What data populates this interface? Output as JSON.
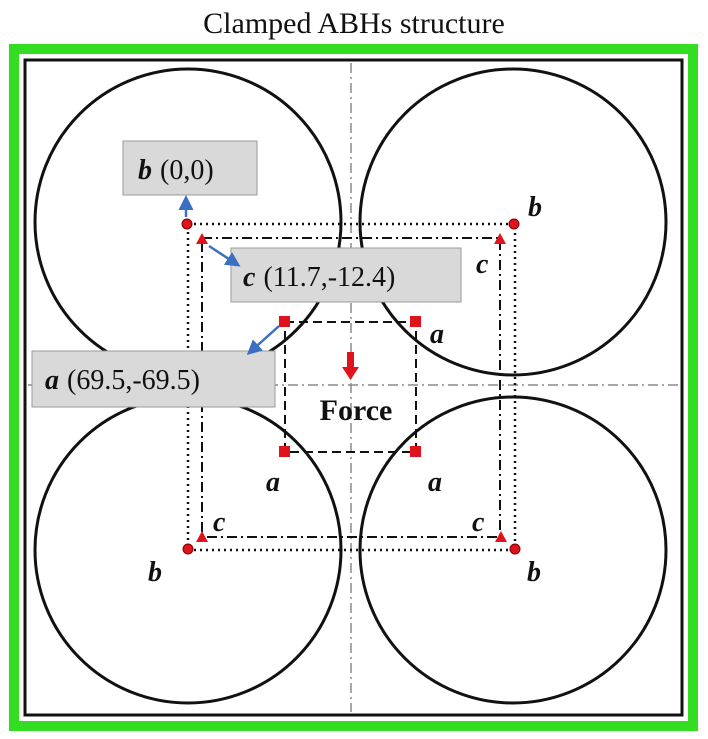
{
  "title": "Clamped ABHs structure",
  "force_label": "Force",
  "callouts": {
    "b": {
      "letter": "b",
      "coords": "(0,0)"
    },
    "c": {
      "letter": "c",
      "coords": "(11.7,-12.4)"
    },
    "a": {
      "letter": "a",
      "coords": "(69.5,-69.5)"
    }
  },
  "point_labels": {
    "a": "a",
    "b": "b",
    "c": "c"
  },
  "colors": {
    "frame_green": "#33dd22",
    "frame_black": "#111111",
    "marker_red": "#e0121b",
    "callout_fill": "#d9d9d9",
    "arrow_blue": "#3a6fc4",
    "centerline": "#8a8a8a"
  },
  "icons": {
    "b_marker": "circle",
    "c_marker": "triangle",
    "a_marker": "square",
    "force_arrow": "arrow-down"
  }
}
